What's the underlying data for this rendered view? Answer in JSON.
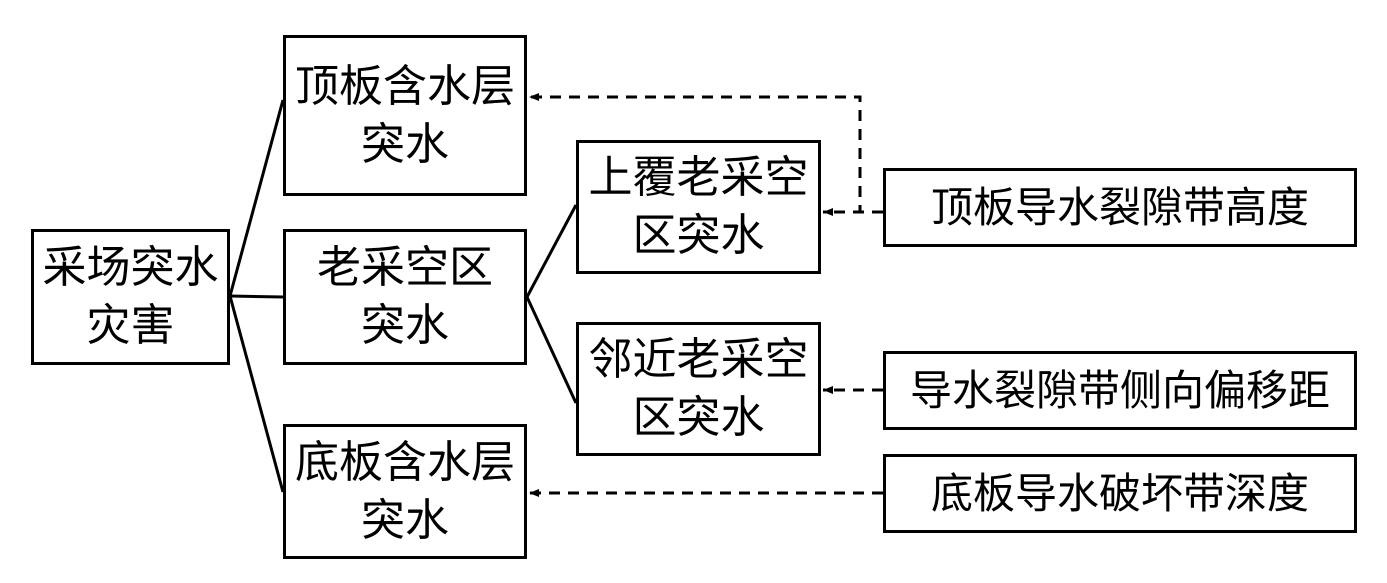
{
  "diagram": {
    "nodes": {
      "root": {
        "line1": "采场突水",
        "line2": "灾害"
      },
      "roof_aquifer": {
        "line1": "顶板含水层",
        "line2": "突水"
      },
      "old_goaf": {
        "line1": "老采空区",
        "line2": "突水"
      },
      "floor_aquifer": {
        "line1": "底板含水层",
        "line2": "突水"
      },
      "overlying_goaf": {
        "line1": "上覆老采空",
        "line2": "区突水"
      },
      "adjacent_goaf": {
        "line1": "邻近老采空",
        "line2": "区突水"
      },
      "roof_fracture_height": {
        "text": "顶板导水裂隙带高度"
      },
      "fracture_lateral_offset": {
        "text": "导水裂隙带侧向偏移距"
      },
      "floor_failure_depth": {
        "text": "底板导水破坏带深度"
      }
    },
    "edges": [
      {
        "from": "root",
        "to": "roof_aquifer",
        "style": "solid"
      },
      {
        "from": "root",
        "to": "old_goaf",
        "style": "solid"
      },
      {
        "from": "root",
        "to": "floor_aquifer",
        "style": "solid"
      },
      {
        "from": "old_goaf",
        "to": "overlying_goaf",
        "style": "solid"
      },
      {
        "from": "old_goaf",
        "to": "adjacent_goaf",
        "style": "solid"
      },
      {
        "from": "roof_fracture_height",
        "to": "roof_aquifer",
        "style": "dashed-arrow"
      },
      {
        "from": "roof_fracture_height",
        "to": "overlying_goaf",
        "style": "dashed-arrow"
      },
      {
        "from": "fracture_lateral_offset",
        "to": "adjacent_goaf",
        "style": "dashed-arrow"
      },
      {
        "from": "floor_failure_depth",
        "to": "floor_aquifer",
        "style": "dashed-arrow"
      }
    ],
    "colors": {
      "line": "#000000",
      "background": "#ffffff"
    }
  }
}
